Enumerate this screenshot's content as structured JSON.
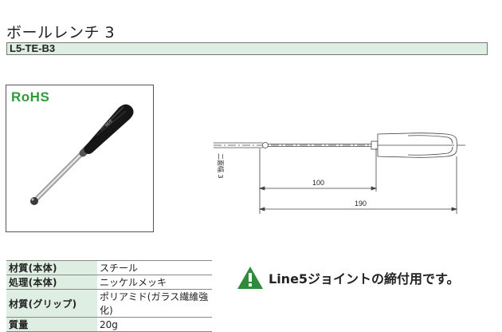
{
  "header": {
    "title": "ボールレンチ 3",
    "code": "L5-TE-B3"
  },
  "photo": {
    "badge": "RoHS"
  },
  "drawing": {
    "hex_label": "二面幅 3",
    "dim_ball": "100",
    "dim_total": "190"
  },
  "spec": {
    "rows": [
      {
        "key": "材質(本体)",
        "value": "スチール"
      },
      {
        "key": "処理(本体)",
        "value": "ニッケルメッキ"
      },
      {
        "key": "材質(グリップ)",
        "value": "ポリアミド(ガラス繊維強化)"
      },
      {
        "key": "質量",
        "value": "20g"
      }
    ]
  },
  "note": {
    "text": "Line5ジョイントの締付用です。",
    "icon": "warning-icon",
    "icon_color": "#2f8a3c"
  },
  "colors": {
    "accent_fill": "#dfeee2",
    "rohs": "#2f9a3a"
  }
}
